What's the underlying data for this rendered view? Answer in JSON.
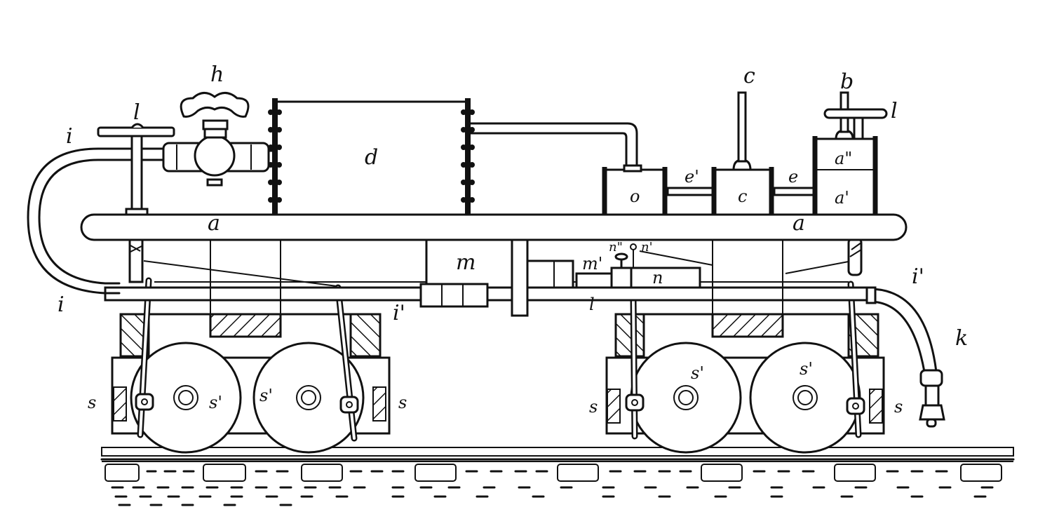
{
  "figure": {
    "type": "patent-drawing",
    "subject": "rail vehicle with pipe and tank apparatus on two trucks",
    "ink_color": "#111111",
    "background_color": "#ffffff"
  },
  "labels": {
    "h": "h",
    "l_left": "l",
    "i_top_left": "i",
    "d": "d",
    "c_top": "c",
    "b": "b",
    "l_right": "l",
    "a_double_prime": "a\"",
    "a_prime": "a'",
    "e_prime": "e'",
    "e": "e",
    "o": "o",
    "c_box": "c",
    "a_left": "a",
    "a_right": "a",
    "m": "m",
    "m_prime": "m'",
    "n_double_prime": "n\"",
    "n_prime": "n'",
    "n": "n",
    "i_prime_center": "i'",
    "i_prime_right": "i'",
    "i_bottom_left": "i",
    "l_pipe": "l",
    "k": "k",
    "s_ll": "s",
    "s_lr": "s",
    "s_rl": "s",
    "s_rr": "s",
    "s_prime_1": "s'",
    "s_prime_2": "s'",
    "s_prime_3": "s'",
    "s_prime_4": "s'"
  }
}
